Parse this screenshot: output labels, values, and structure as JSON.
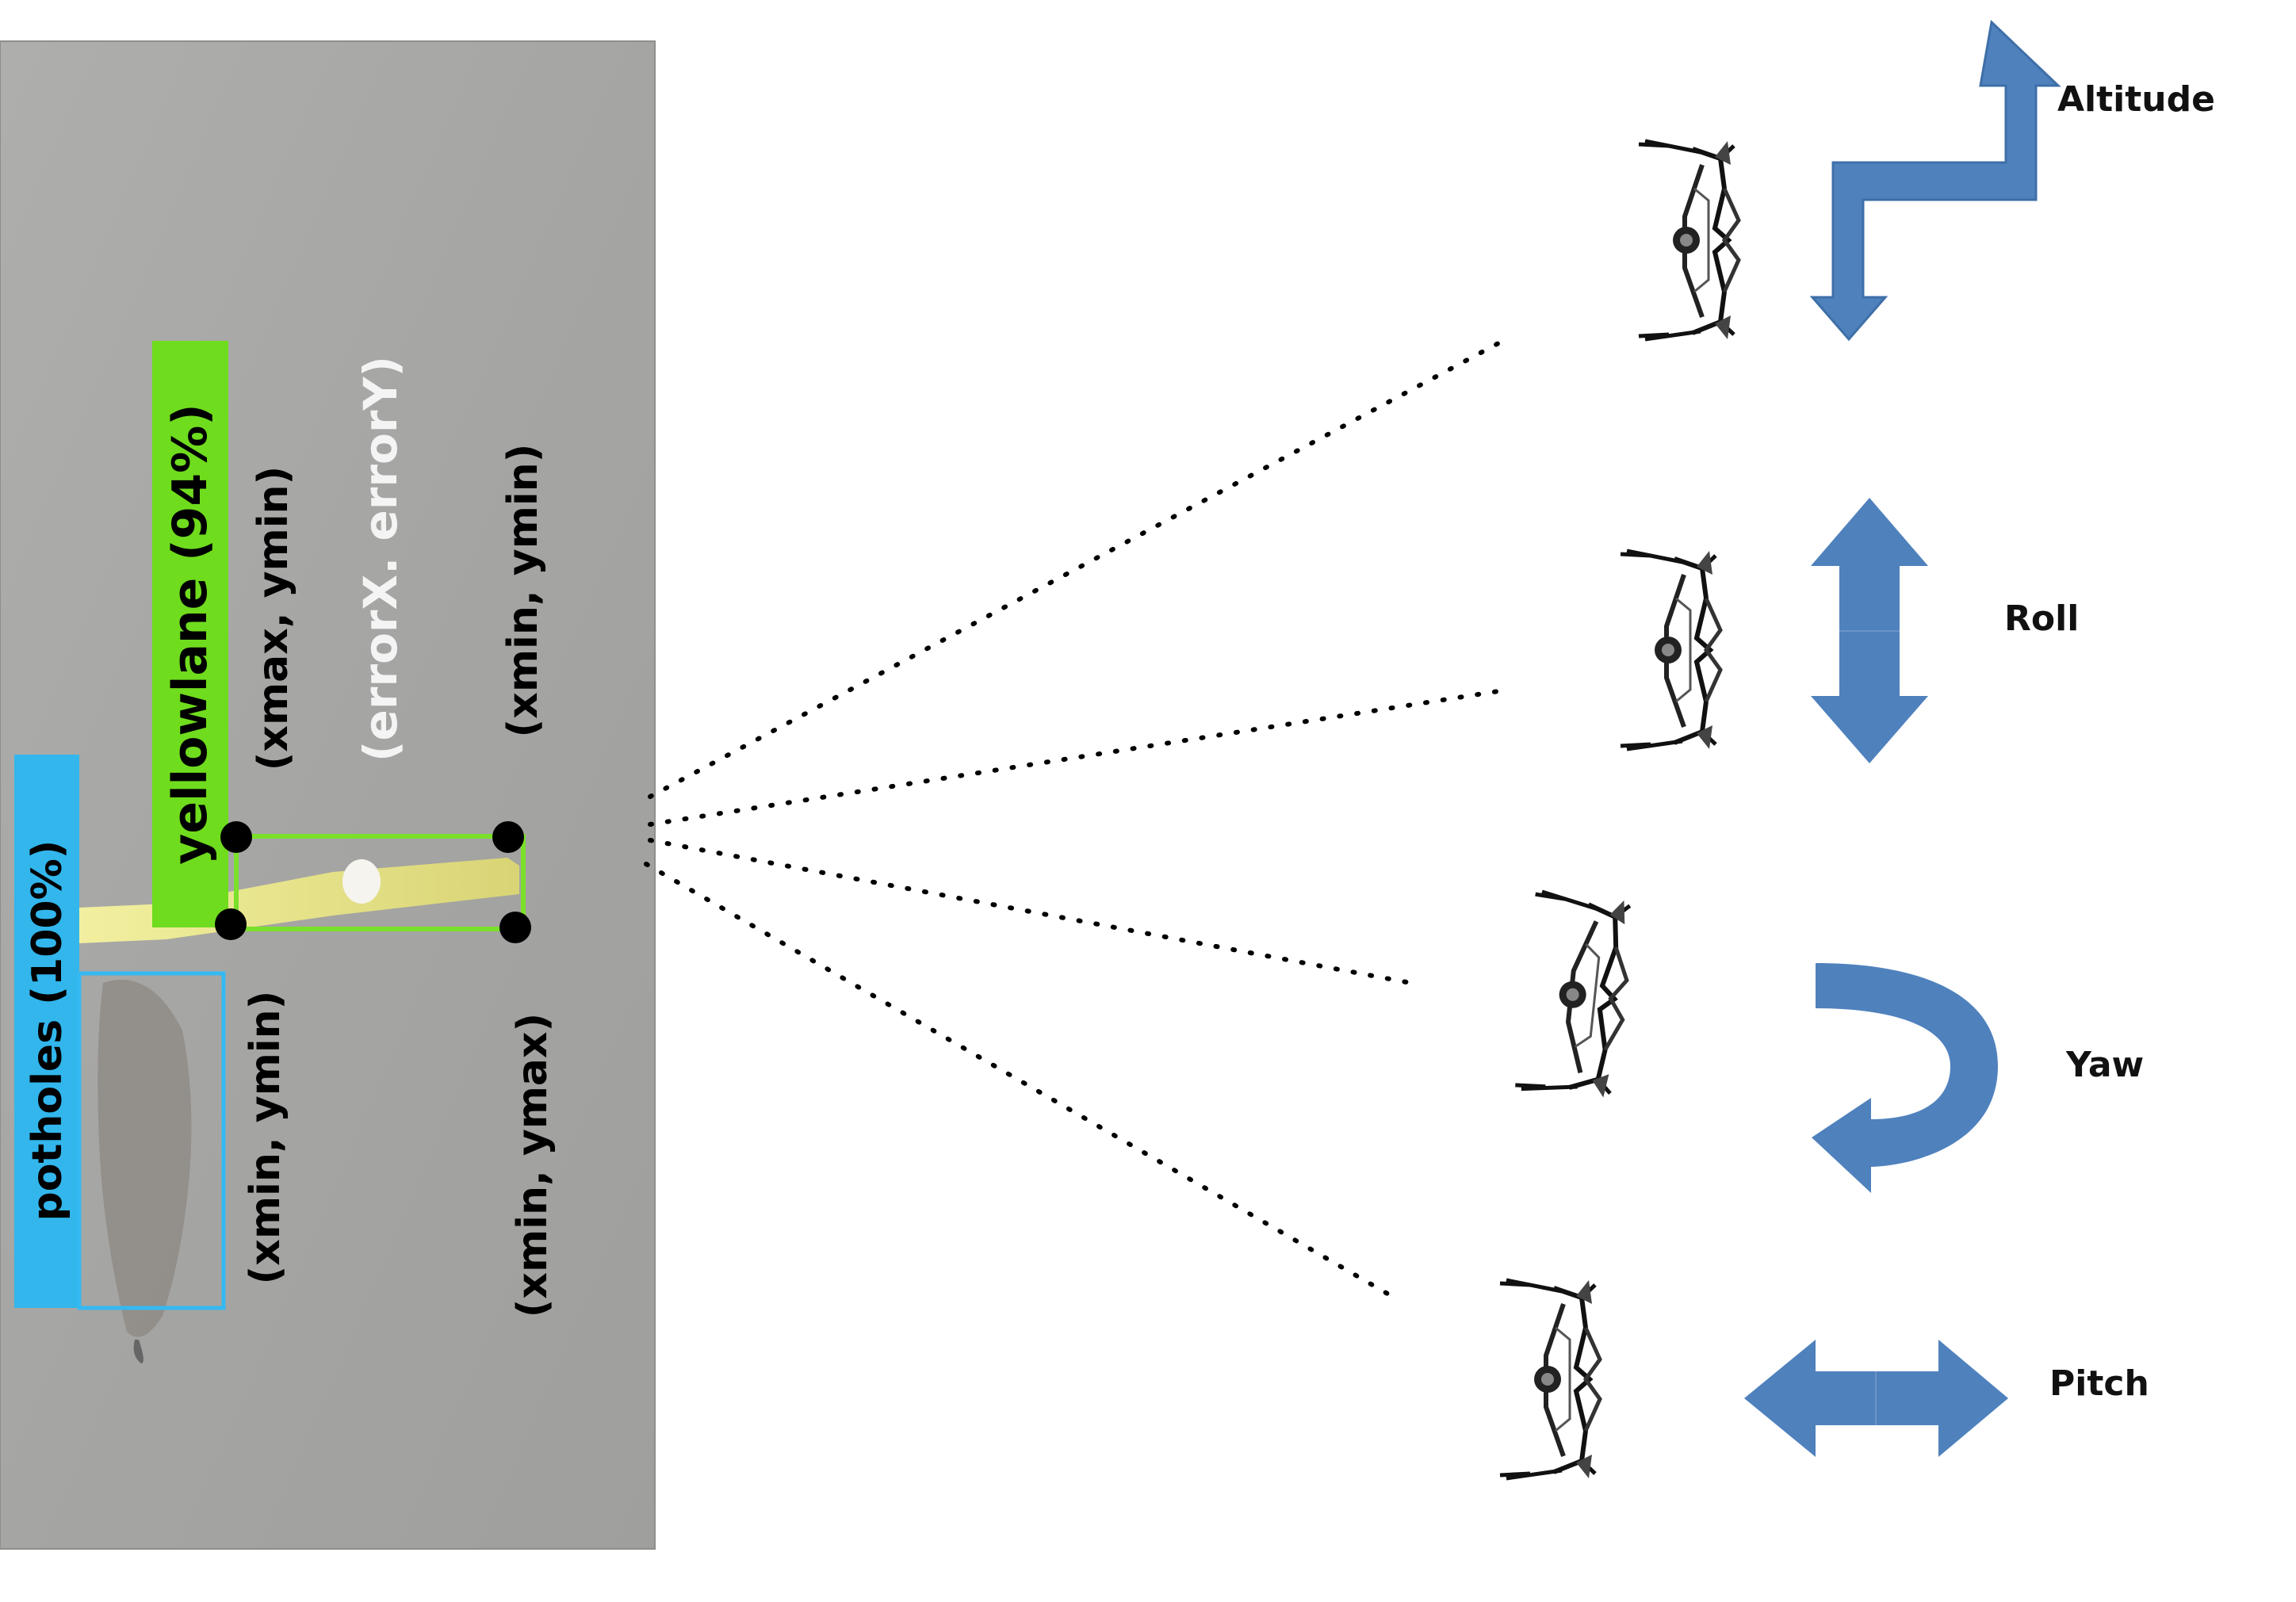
{
  "detection_image": {
    "pothole_label": "potholes  (100%)",
    "lane_label": "yellowlane  (94%)",
    "corner_xmax_ymin": "(xmax, ymin)",
    "corner_xmin_ymin_left": "(xmin, ymin)",
    "center_error": "(errorX. errorY)",
    "corner_xmin_ymin_right": "(xmin, ymin)",
    "corner_xmin_ymax": "(xmin, ymax)",
    "colors": {
      "road": "#a7a7a5",
      "pothole_box": "#35b9f2",
      "lane_box": "#7ae02a",
      "lane_paint": "#efeb8c"
    }
  },
  "controls": [
    {
      "label": "Altitude",
      "arrow": "altitude-arrow"
    },
    {
      "label": "Roll",
      "arrow": "roll-arrow"
    },
    {
      "label": "Yaw",
      "arrow": "yaw-arrow"
    },
    {
      "label": "Pitch",
      "arrow": "pitch-arrow"
    }
  ],
  "arrow_color": "#4f81bd",
  "icons": [
    "drone-icon",
    "altitude-arrow",
    "roll-arrow",
    "yaw-arrow",
    "pitch-arrow"
  ]
}
